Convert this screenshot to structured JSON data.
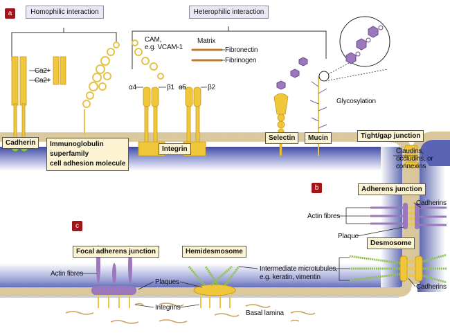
{
  "panels": {
    "a": "a",
    "b": "b",
    "c": "c"
  },
  "headers": {
    "homophilic": "Homophilic interaction",
    "heterophilic": "Heterophilic interaction"
  },
  "labels": {
    "cadherin": "Cadherin",
    "immunoglobulin": [
      "Immunoglobulin",
      "superfamily",
      "cell adhesion molecule"
    ],
    "integrin": "Integrin",
    "selectin": "Selectin",
    "mucin": "Mucin",
    "tight_gap": "Tight/gap junction",
    "adherens": "Adherens junction",
    "desmosome": "Desmosome",
    "focal": "Focal adherens junction",
    "hemidesmosome": "Hemidesmosome"
  },
  "annotations": {
    "ca1": "Ca2+",
    "ca2": "Ca2+",
    "cam": [
      "CAM,",
      "e.g. VCAM-1"
    ],
    "matrix": "Matrix",
    "fibronectin": "Fibronectin",
    "fibrinogen": "Fibrinogen",
    "alpha4": "α4",
    "beta1": "β1",
    "alpha5": "α5",
    "beta2": "β2",
    "glycosylation": "Glycosylation",
    "claudins": [
      "Claudins,",
      "occludins, or",
      "connexins"
    ],
    "cadherins_top": "Cadherins",
    "actin_b": "Actin fibres",
    "plaque": "Plaque",
    "cadherins_bottom": "Cadherins",
    "actin_c": "Actin fibres",
    "plaques": "Plaques",
    "integrins": "Integrins",
    "intermediate": [
      "Intermediate microtubules,",
      "e.g. keratin, vimentin"
    ],
    "basal_lamina": "Basal lamina"
  },
  "colors": {
    "badge": "#a3141a",
    "protein": "#f0c63a",
    "membrane": "#e0cfa8",
    "cytoplasm": "#5560b0",
    "actin": "#9a78bb",
    "filament": "#8bc34a",
    "matrix": "#c07a30"
  }
}
